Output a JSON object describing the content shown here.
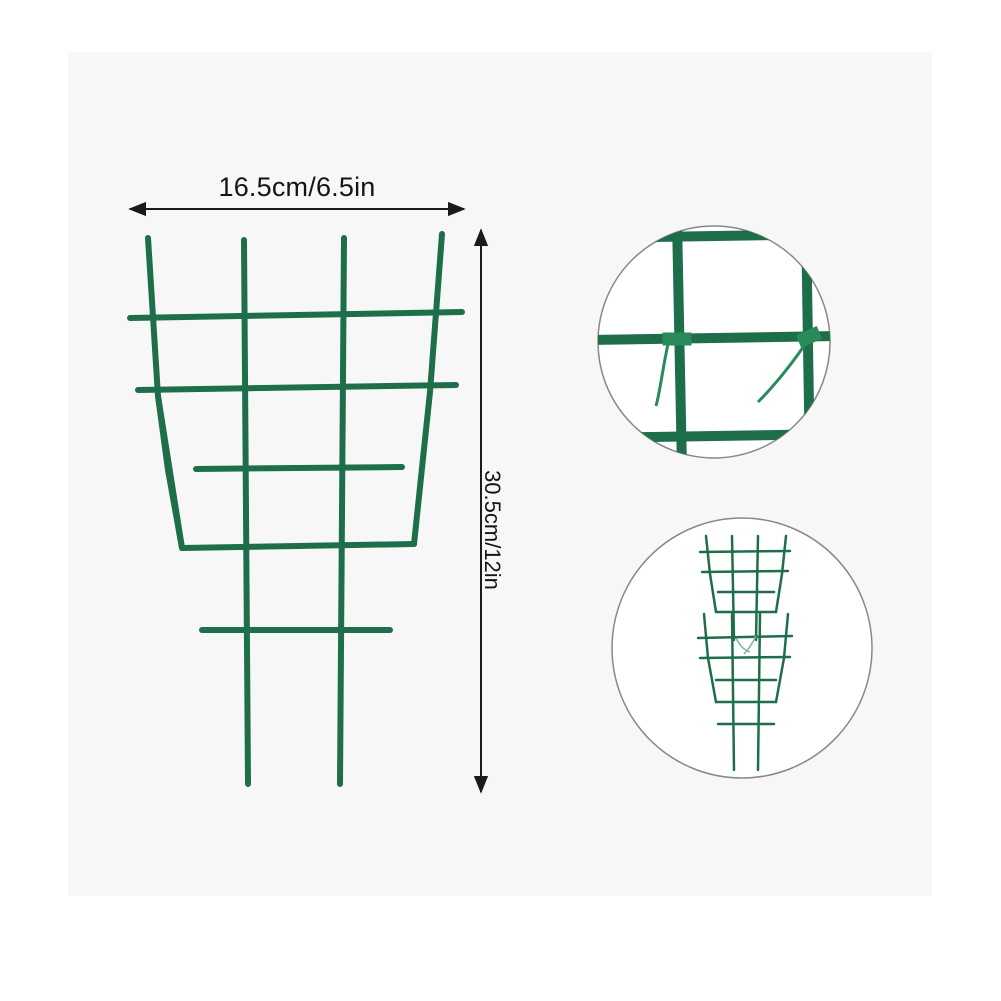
{
  "dimensions": {
    "width_label": "16.5cm/6.5in",
    "height_label": "30.5cm/12in"
  },
  "colors": {
    "trellis": "#1e6e4a",
    "trellis_dark": "#165a3b",
    "arrow": "#1a1a1a",
    "panel": "#f7f7f7",
    "circle_border": "#888888"
  },
  "insets": {
    "detail": "cable-tie-joint-closeup",
    "stacked": "two-trellis-stacked-view"
  }
}
